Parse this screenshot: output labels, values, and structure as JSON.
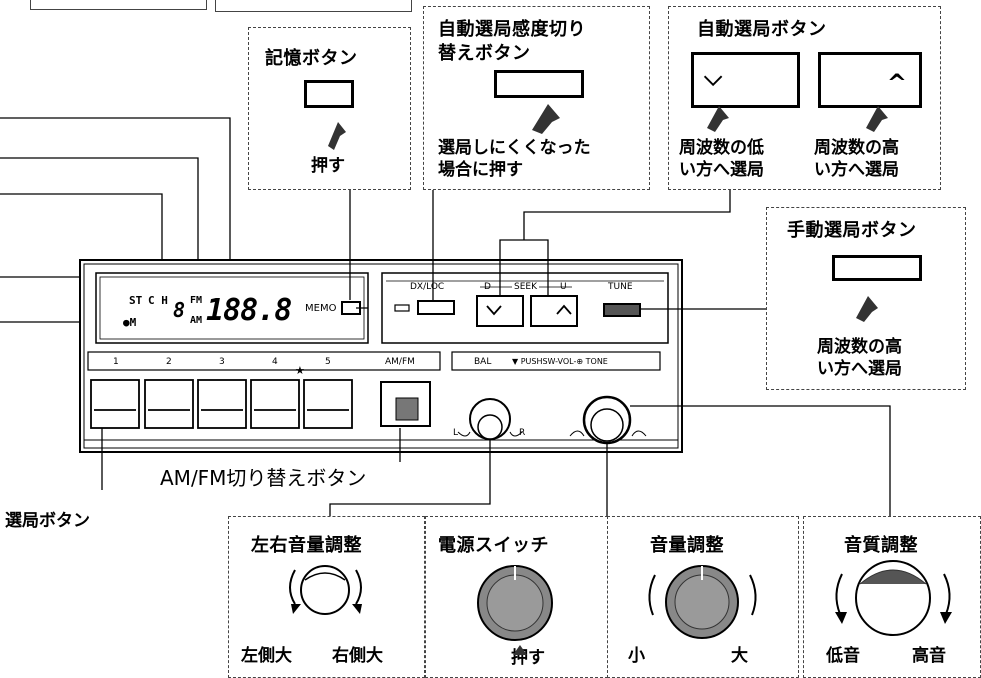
{
  "callouts": {
    "memory": {
      "title": "記憶ボタン",
      "action": "押す"
    },
    "dx_sensitivity": {
      "title_line1": "自動選局感度切り",
      "title_line2": "替えボタン",
      "desc_line1": "選局しにくくなった",
      "desc_line2": "場合に押す"
    },
    "auto_seek": {
      "title": "自動選局ボタン",
      "low_line1": "周波数の低",
      "low_line2": "い方へ選局",
      "high_line1": "周波数の高",
      "high_line2": "い方へ選局"
    },
    "manual_tune": {
      "title": "手動選局ボタン",
      "desc_line1": "周波数の高",
      "desc_line2": "い方へ選局"
    },
    "balance": {
      "title": "左右音量調整",
      "left": "左側大",
      "right": "右側大"
    },
    "power": {
      "title": "電源スイッチ",
      "action": "押す"
    },
    "volume": {
      "title": "音量調整",
      "low": "小",
      "high": "大"
    },
    "tone": {
      "title": "音質調整",
      "low": "低音",
      "high": "高音"
    }
  },
  "labels": {
    "amfm_switch": "AM/FM切り替えボタン",
    "preset_buttons": "選局ボタン"
  },
  "panel": {
    "display": {
      "st": "ST",
      "ch": "C H",
      "ch_digit": "8",
      "fm": "FM",
      "am": "AM",
      "freq": "188.8",
      "m_indicator": "●M",
      "memo": "MEMO"
    },
    "controls": {
      "dx_loc": "DX/LOC",
      "d": "D",
      "seek": "SEEK",
      "u": "U",
      "tune": "TUNE"
    },
    "presets": [
      "1",
      "2",
      "3",
      "4",
      "5"
    ],
    "star": "★",
    "amfm": "AM/FM",
    "bal": "BAL",
    "vol_label": "▼ PUSHSW-VOL-⊕ TONE",
    "bal_l": "L",
    "bal_r": "R"
  }
}
